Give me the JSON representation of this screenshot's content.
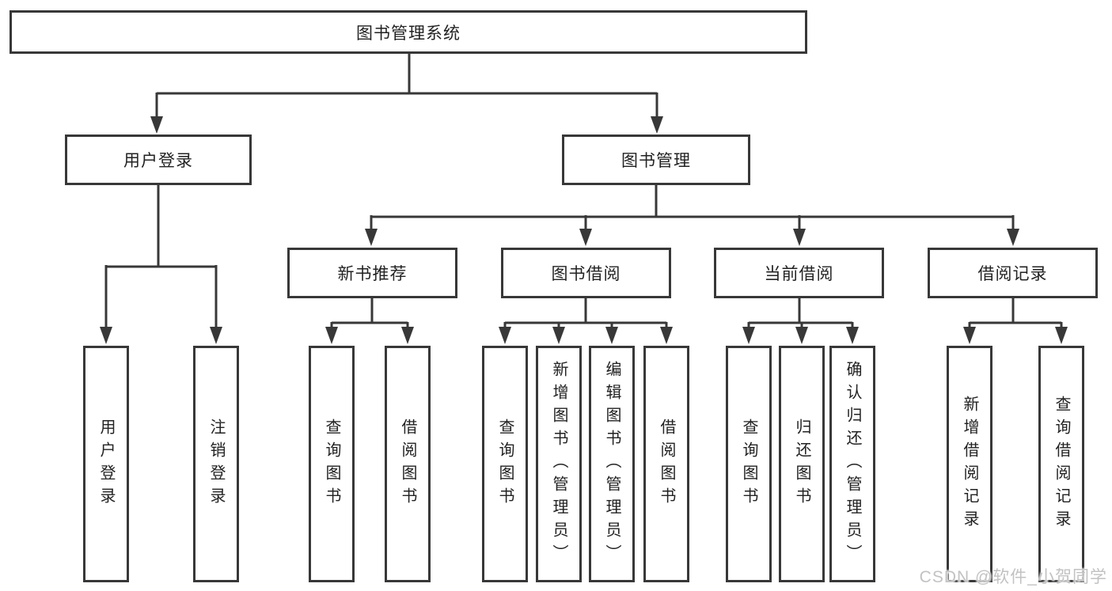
{
  "tree": {
    "root": {
      "label": "图书管理系统",
      "children": [
        {
          "label": "用户登录",
          "children": [
            {
              "label": "用户登录"
            },
            {
              "label": "注销登录"
            }
          ]
        },
        {
          "label": "图书管理",
          "children": [
            {
              "label": "新书推荐",
              "children": [
                {
                  "label": "查询图书"
                },
                {
                  "label": "借阅图书"
                }
              ]
            },
            {
              "label": "图书借阅",
              "children": [
                {
                  "label": "查询图书"
                },
                {
                  "label": "新增图书（管理员）"
                },
                {
                  "label": "编辑图书（管理员）"
                },
                {
                  "label": "借阅图书"
                }
              ]
            },
            {
              "label": "当前借阅",
              "children": [
                {
                  "label": "查询图书"
                },
                {
                  "label": "归还图书"
                },
                {
                  "label": "确认归还（管理员）"
                }
              ]
            },
            {
              "label": "借阅记录",
              "children": [
                {
                  "label": "新增借阅记录"
                },
                {
                  "label": "查询借阅记录"
                }
              ]
            }
          ]
        }
      ]
    }
  },
  "watermark": "CSDN @软件_小贺同学",
  "colors": {
    "line": "#383838",
    "box_border": "#383838",
    "text": "#222222",
    "background": "#ffffff",
    "watermark": "#c2c2c2"
  }
}
